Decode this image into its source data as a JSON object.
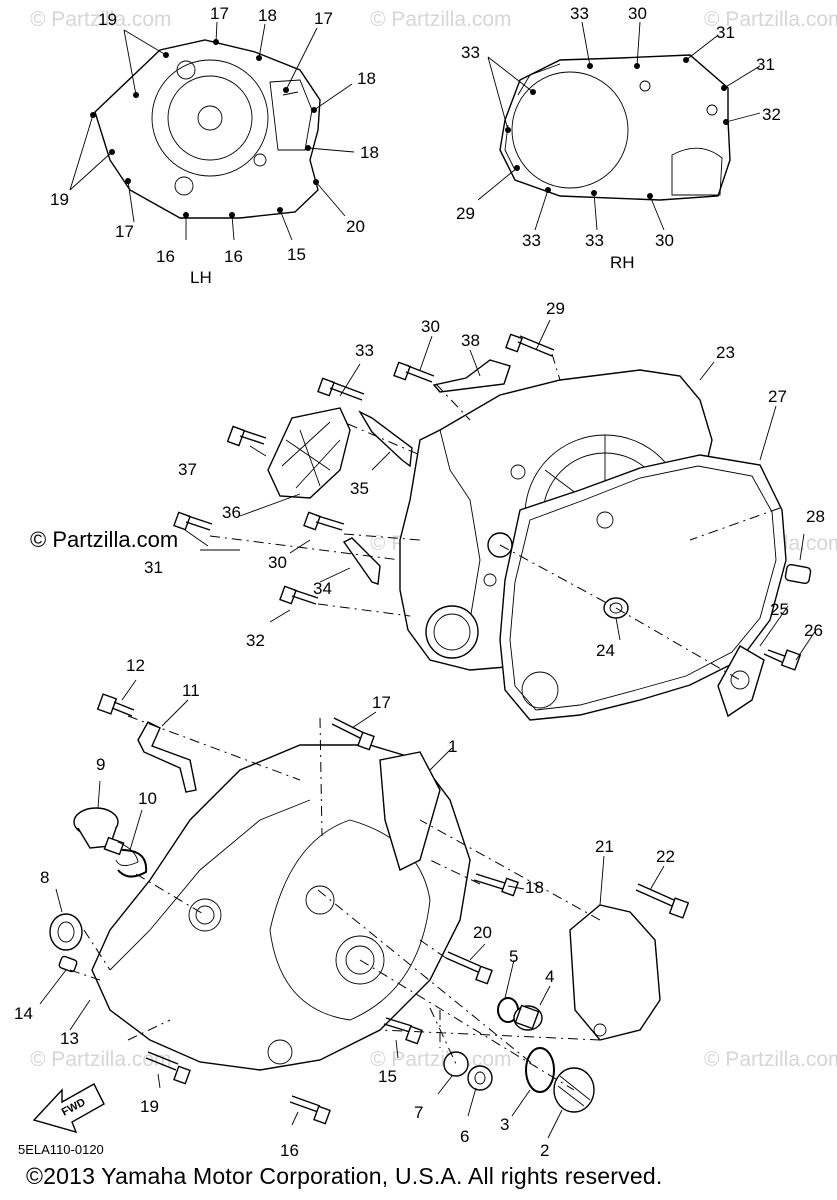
{
  "watermark": "© Partzilla.com",
  "partzilla_credit": "© Partzilla.com",
  "diagram_code": "5ELA110-0120",
  "copyright": "©2013 Yamaha Motor Corporation, U.S.A. All rights reserved.",
  "side_labels": {
    "lh": "LH",
    "rh": "RH"
  },
  "fwd_label": "FWD",
  "callouts": [
    {
      "id": "c1",
      "text": "1"
    },
    {
      "id": "c2",
      "text": "2"
    },
    {
      "id": "c3",
      "text": "3"
    },
    {
      "id": "c4",
      "text": "4"
    },
    {
      "id": "c5",
      "text": "5"
    },
    {
      "id": "c6",
      "text": "6"
    },
    {
      "id": "c7",
      "text": "7"
    },
    {
      "id": "c8",
      "text": "8"
    },
    {
      "id": "c9",
      "text": "9"
    },
    {
      "id": "c10",
      "text": "10"
    },
    {
      "id": "c11",
      "text": "11"
    },
    {
      "id": "c12",
      "text": "12"
    },
    {
      "id": "c13",
      "text": "13"
    },
    {
      "id": "c14",
      "text": "14"
    },
    {
      "id": "c15",
      "text": "15"
    },
    {
      "id": "c16",
      "text": "16"
    },
    {
      "id": "c17",
      "text": "17"
    },
    {
      "id": "c18",
      "text": "18"
    },
    {
      "id": "c19",
      "text": "19"
    },
    {
      "id": "c20",
      "text": "20"
    },
    {
      "id": "c21",
      "text": "21"
    },
    {
      "id": "c22",
      "text": "22"
    },
    {
      "id": "c23",
      "text": "23"
    },
    {
      "id": "c24",
      "text": "24"
    },
    {
      "id": "c25",
      "text": "25"
    },
    {
      "id": "c26",
      "text": "26"
    },
    {
      "id": "c27",
      "text": "27"
    },
    {
      "id": "c28",
      "text": "28"
    },
    {
      "id": "c29",
      "text": "29"
    },
    {
      "id": "c30",
      "text": "30"
    },
    {
      "id": "c31",
      "text": "31"
    },
    {
      "id": "c32",
      "text": "32"
    },
    {
      "id": "c33",
      "text": "33"
    },
    {
      "id": "c34",
      "text": "34"
    },
    {
      "id": "c35",
      "text": "35"
    },
    {
      "id": "c36",
      "text": "36"
    },
    {
      "id": "c37",
      "text": "37"
    },
    {
      "id": "c38",
      "text": "38"
    }
  ]
}
